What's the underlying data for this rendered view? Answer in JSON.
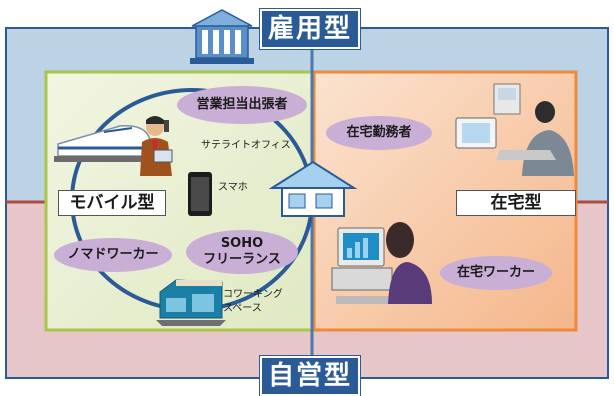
{
  "labels": {
    "employed": "雇用型",
    "self_employed": "自営型",
    "mobile": "モバイル型",
    "home_based": "在宅型"
  },
  "ovals": {
    "sales": "営業担当出張者",
    "home_employee": "在宅勤務者",
    "soho_line1": "SOHO",
    "soho_line2": "フリーランス",
    "nomad": "ノマドワーカー",
    "home_worker": "在宅ワーカー"
  },
  "captions": {
    "satellite": "サテライトオフィス",
    "smartphone": "スマホ",
    "coworking_line1": "コワーキング",
    "coworking_line2": "スペース"
  },
  "icons": [
    "building-icon",
    "train-icon",
    "businessman-phone-icon",
    "smartphone-icon",
    "house-icon",
    "coworking-building-icon",
    "home-employee-computer-icon",
    "woman-computer-icon"
  ],
  "colors": {
    "employed_bg": "#bcd3e6",
    "self_employed_bg": "#e6c6c8",
    "mobile_zone": "#eaf0d6",
    "mobile_border": "#a9c54a",
    "home_zone": "#f9d8bf",
    "home_border": "#ee8a3a",
    "outline_blue": "#2b5b97",
    "divider_red": "#b24a3d",
    "oval_purple": "#c9aed6"
  }
}
